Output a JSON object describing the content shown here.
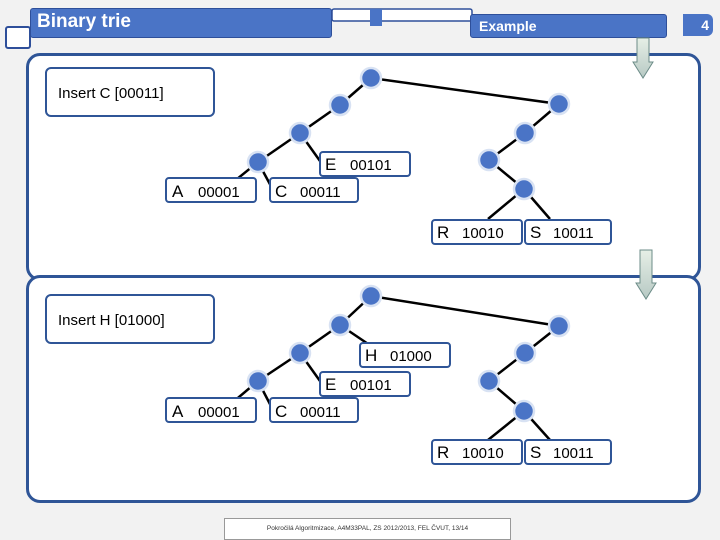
{
  "slide": {
    "title": "Binary trie",
    "subtitle": "Example",
    "page_number": "4",
    "footer": "Pokročilá Algoritmizace, A4M33PAL, ZS 2012/2013, FEL ČVUT, 13/14"
  },
  "panels": [
    {
      "operation": "Insert  C [00011]",
      "leaves": [
        {
          "key": "A",
          "code": "00001"
        },
        {
          "key": "C",
          "code": "00011"
        },
        {
          "key": "E",
          "code": "00101"
        },
        {
          "key": "R",
          "code": "10010"
        },
        {
          "key": "S",
          "code": "10011"
        }
      ]
    },
    {
      "operation": "Insert  H [01000]",
      "leaves": [
        {
          "key": "A",
          "code": "00001"
        },
        {
          "key": "C",
          "code": "00011"
        },
        {
          "key": "E",
          "code": "00101"
        },
        {
          "key": "H",
          "code": "01000"
        },
        {
          "key": "R",
          "code": "10010"
        },
        {
          "key": "S",
          "code": "10011"
        }
      ]
    }
  ]
}
